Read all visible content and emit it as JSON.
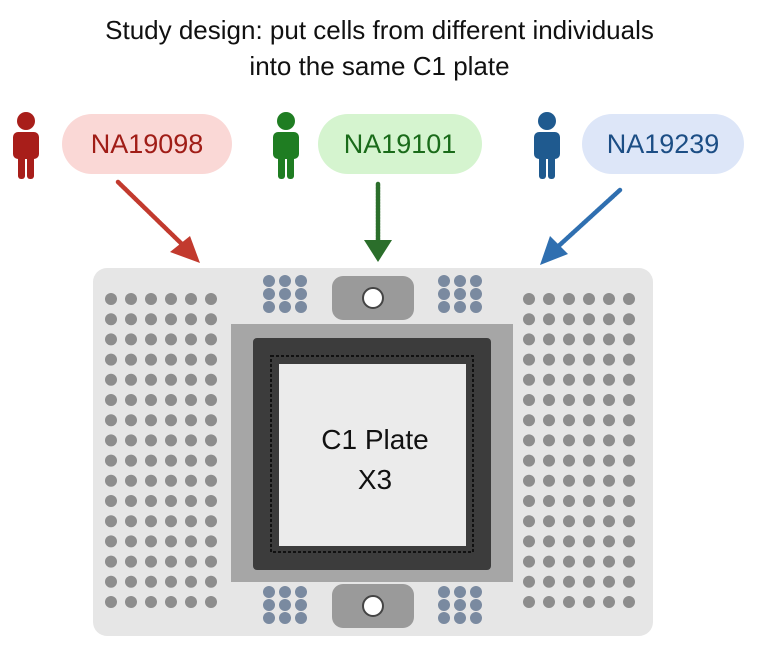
{
  "title": {
    "line1": "Study design: put cells from different individuals",
    "line2": "into the same C1 plate"
  },
  "individuals": [
    {
      "id": "NA19098",
      "color": "#a81e1a",
      "pill_color": "#fad8d6"
    },
    {
      "id": "NA19101",
      "color": "#1f7d22",
      "pill_color": "#d5f4cf"
    },
    {
      "id": "NA19239",
      "color": "#1f5a8f",
      "pill_color": "#dde6f8"
    }
  ],
  "plate": {
    "label_line1": "C1 Plate",
    "label_line2": "X3"
  },
  "icons": [
    "person-icon",
    "arrow-icon",
    "plate-port-icon"
  ]
}
